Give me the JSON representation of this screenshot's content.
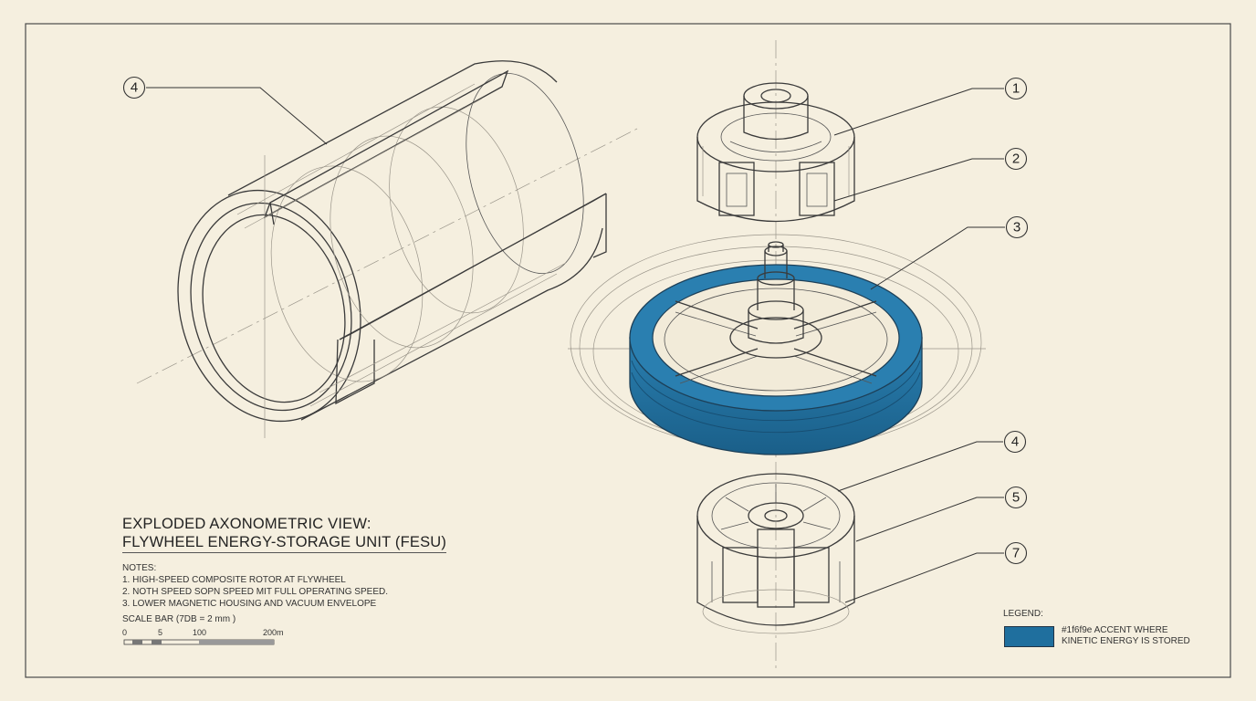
{
  "title": {
    "line1": "EXPLODED AXONOMETRIC VIEW:",
    "line2": "FLYWHEEL ENERGY-STORAGE UNIT (FESU)"
  },
  "notes": {
    "heading": "NOTES:",
    "items": [
      "1. HIGH-SPEED COMPOSITE ROTOR AT FLYWHEEL",
      "2. NOTH SPEED SOPN SPEED MIT FULL OPERATING SPEED.",
      "3. LOWER MAGNETIC HOUSING AND VACUUM ENVELOPE"
    ]
  },
  "scale_bar": {
    "label": "SCALE BAR (7DB = 2 mm )",
    "ticks": [
      "0",
      "5",
      "100",
      "200m"
    ]
  },
  "legend": {
    "title": "LEGEND:",
    "line1": "#1f6f9e ACCENT WHERE",
    "line2": "KINETIC ENERGY IS STORED",
    "accent_color": "#1f6f9e"
  },
  "callouts": {
    "housing": "4",
    "c1": "1",
    "c2": "2",
    "c3": "3",
    "c4": "4",
    "c5": "5",
    "c7": "7"
  },
  "colors": {
    "paper": "#f5efdf",
    "ink": "#3a3a3a",
    "accent": "#1f6f9e"
  }
}
